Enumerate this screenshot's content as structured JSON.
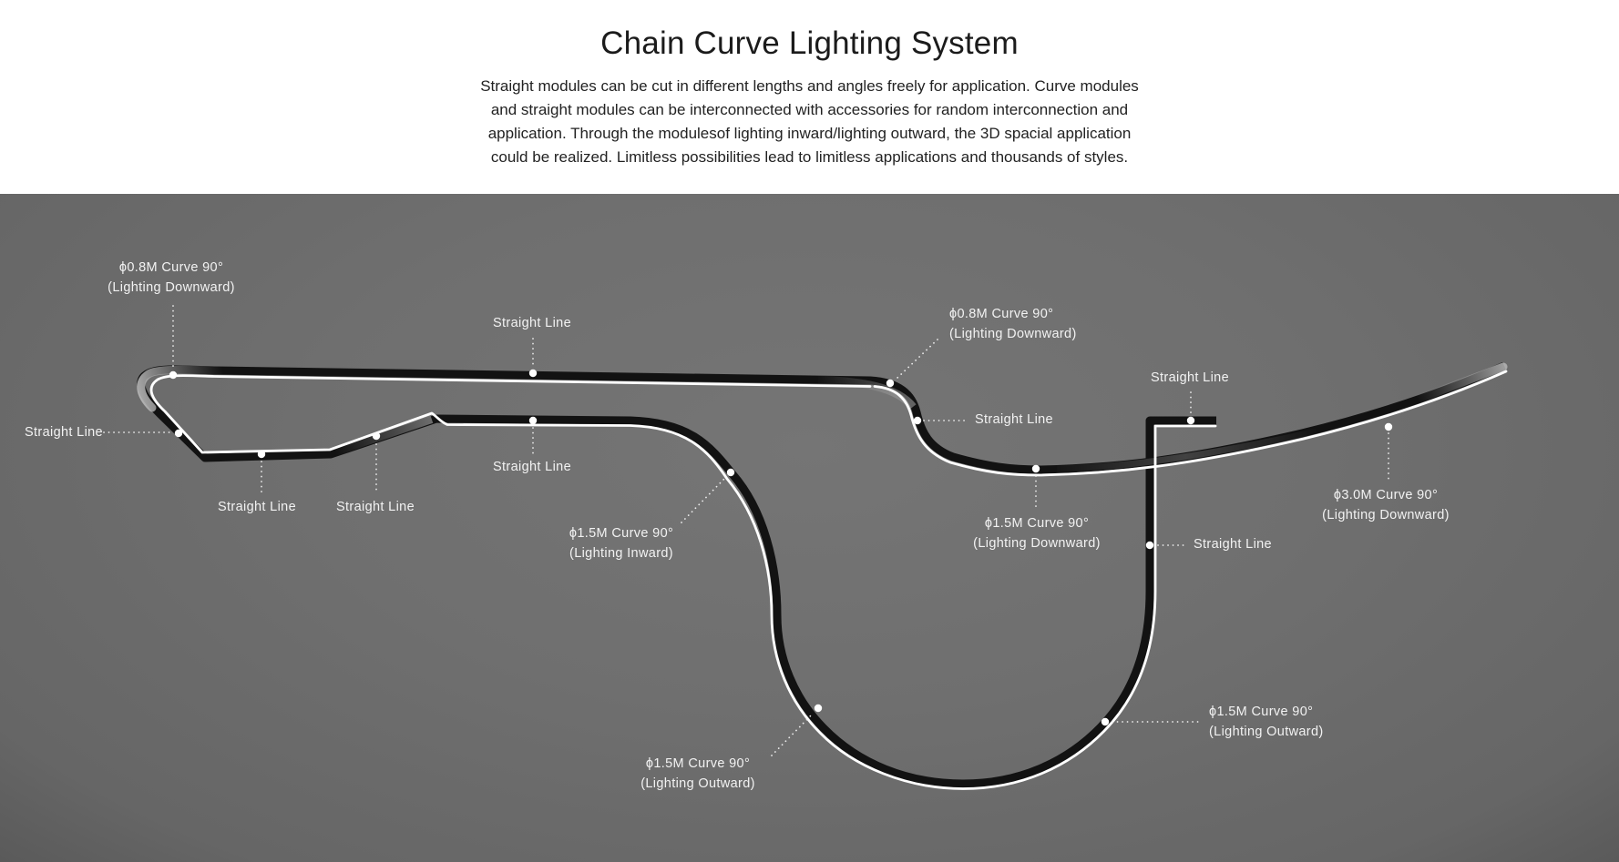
{
  "header": {
    "title": "Chain Curve Lighting System",
    "description_lines": [
      "Straight modules can be cut in different lengths and angles freely for application. Curve modules",
      "and straight modules can be interconnected with accessories for random interconnection and",
      "application. Through the modulesof lighting inward/lighting outward, the 3D spacial application",
      "could be realized. Limitless possibilities lead to limitless applications and thousands of styles."
    ]
  },
  "colors": {
    "background_gray": "#6f6f6f",
    "track_black": "#121212",
    "light_white": "#ffffff",
    "label_text": "#f2f2f2"
  },
  "diagram": {
    "labels": [
      {
        "name": "curve-0.8m-left",
        "line1": "ϕ0.8M Curve 90°",
        "line2": "(Lighting Downward)"
      },
      {
        "name": "straight-line-top",
        "line1": "Straight Line",
        "line2": ""
      },
      {
        "name": "straight-line-left",
        "line1": "Straight Line",
        "line2": ""
      },
      {
        "name": "straight-line-bottom-1",
        "line1": "Straight Line",
        "line2": ""
      },
      {
        "name": "straight-line-bottom-2",
        "line1": "Straight Line",
        "line2": ""
      },
      {
        "name": "straight-line-mid",
        "line1": "Straight Line",
        "line2": ""
      },
      {
        "name": "curve-1.5m-inward",
        "line1": "ϕ1.5M Curve 90°",
        "line2": "(Lighting Inward)"
      },
      {
        "name": "curve-0.8m-right",
        "line1": "ϕ0.8M Curve 90°",
        "line2": "(Lighting Downward)"
      },
      {
        "name": "straight-line-s-bend",
        "line1": "Straight Line",
        "line2": ""
      },
      {
        "name": "curve-1.5m-downward",
        "line1": "ϕ1.5M Curve 90°",
        "line2": "(Lighting Downward)"
      },
      {
        "name": "straight-line-top-right",
        "line1": "Straight Line",
        "line2": ""
      },
      {
        "name": "straight-line-mid-right",
        "line1": "Straight Line",
        "line2": ""
      },
      {
        "name": "curve-3.0m-downward",
        "line1": "ϕ3.0M Curve 90°",
        "line2": "(Lighting Downward)"
      },
      {
        "name": "curve-1.5m-outward-right",
        "line1": "ϕ1.5M Curve 90°",
        "line2": "(Lighting Outward)"
      },
      {
        "name": "curve-1.5m-outward-bottom",
        "line1": "ϕ1.5M Curve 90°",
        "line2": "(Lighting Outward)"
      }
    ]
  }
}
